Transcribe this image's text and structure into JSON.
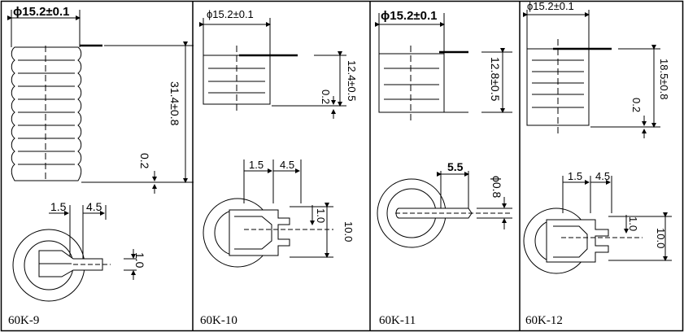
{
  "panels": [
    {
      "model": "60K-9",
      "diameter_label": "ϕ15.2±0.1",
      "height_label": "31.4±0.8",
      "lead_offset_label": "0.2",
      "pitch_a_label": "1.5",
      "pitch_b_label": "4.5",
      "thickness_label": "1.0"
    },
    {
      "model": "60K-10",
      "diameter_label": "ϕ15.2±0.1",
      "height_label": "12.4±0.5",
      "lead_offset_label": "0.2",
      "pitch_a_label": "1.5",
      "pitch_b_label": "4.5",
      "thickness_label": "1.0",
      "span_label": "10.0"
    },
    {
      "model": "60K-11",
      "diameter_label": "ϕ15.2±0.1",
      "height_label": "12.8±0.5",
      "pin_length_label": "5.5",
      "pin_diameter_label": "ϕ0.8"
    },
    {
      "model": "60K-12",
      "diameter_label": "ϕ15.2±0.1",
      "height_label": "18.5±0.8",
      "lead_offset_label": "0.2",
      "pitch_a_label": "1.5",
      "pitch_b_label": "4.5",
      "thickness_label": "1.0",
      "span_label": "10.0"
    }
  ]
}
